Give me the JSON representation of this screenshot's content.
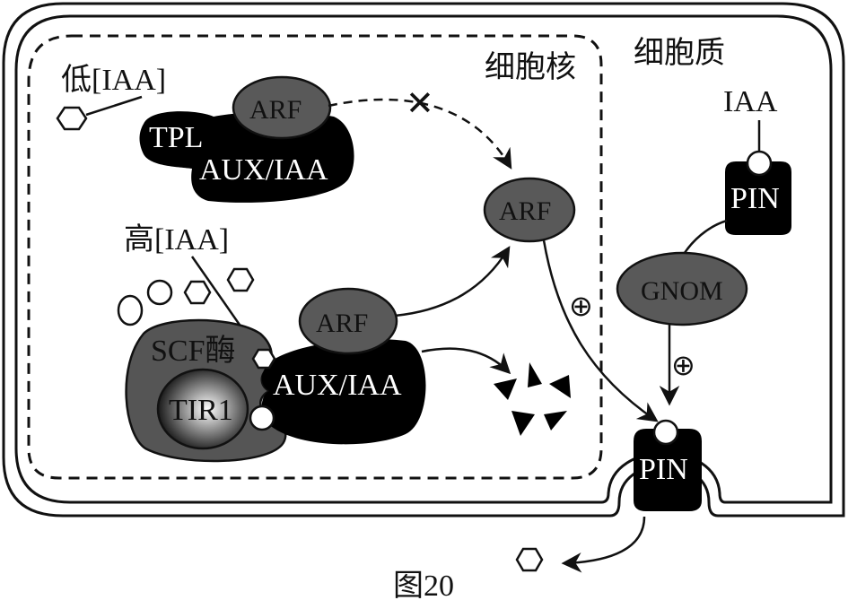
{
  "labels": {
    "nucleus": "细胞核",
    "cytoplasm": "细胞质",
    "low_iaa": "低[IAA]",
    "high_iaa": "高[IAA]",
    "iaa": "IAA",
    "tpl": "TPL",
    "arf": "ARF",
    "aux_iaa": "AUX/IAA",
    "scf": "SCF酶",
    "tir1": "TIR1",
    "pin": "PIN",
    "gnom": "GNOM",
    "plus": "⊕",
    "blocked": "✕",
    "caption": "图20"
  },
  "colors": {
    "complex_black": "#000000",
    "protein_gray": "#595959",
    "scf_gray": "#555555",
    "outline": "#111111"
  }
}
